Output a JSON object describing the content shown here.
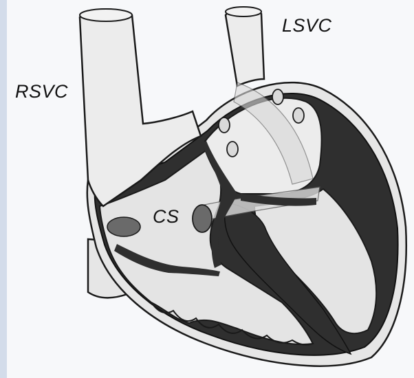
{
  "labels": {
    "rsvc": "RSVC",
    "lsvc": "LSVC",
    "cs": "CS"
  },
  "colors": {
    "myocardium": "#2f2f2f",
    "chamber_fill": "#e4e4e4",
    "vessel_fill": "#ececec",
    "outline": "#1a1a1a",
    "ostium": "#6a6a6a",
    "background": "#f7f8fa"
  }
}
